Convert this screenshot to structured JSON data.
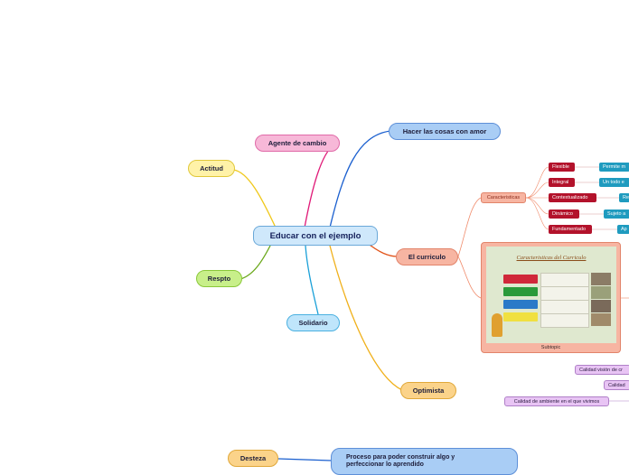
{
  "central": "Educar con el ejemplo",
  "main_topics": {
    "hacer": "Hacer las cosas con amor",
    "agente": "Agente de cambio",
    "actitud": "Actitud",
    "curriculo": "El curriculo",
    "respto": "Respto",
    "solidario": "Solidario",
    "optimista": "Optimista",
    "destreza": "Desteza",
    "destreza_desc_line1": "Proceso para poder construir algo y",
    "destreza_desc_line2": "perfeccionar lo aprendido"
  },
  "curriculo_branch": {
    "caracteristicas": "Caracteristicas",
    "items": [
      "Flexible",
      "Integral",
      "Contextualizado",
      "Dinámico",
      "Fundamentado"
    ],
    "details": [
      "Permite m",
      "Un todo e",
      "Re",
      "Sujeto a",
      "Ap"
    ],
    "subtopic_label": "Subtopic",
    "slide_title": "Caracteristicas del Curriculo",
    "slide_buttons": [
      "",
      "",
      "",
      ""
    ]
  },
  "calidad": [
    "Calidad visión de cr",
    "Calidad",
    "Calidad de ambiente en el que vivimos"
  ],
  "colors": {
    "central_fill": "#cfe8fb",
    "hacer_fill": "#a9cdf5",
    "agente_fill": "#f7b8d8",
    "actitud_fill": "#fff2a8",
    "curriculo_fill": "#f7b5a2",
    "respto_fill": "#c8ef8a",
    "solidario_fill": "#bfe5fb",
    "optimista_fill": "#fbd38a",
    "destreza_fill": "#fbd38a"
  }
}
